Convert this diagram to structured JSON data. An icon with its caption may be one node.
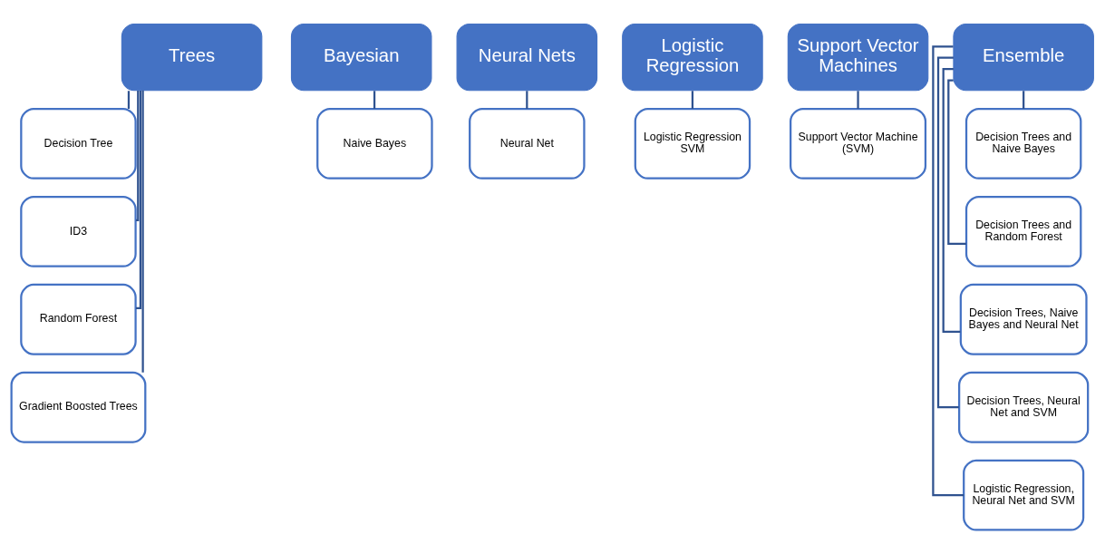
{
  "diagram": {
    "nodes": [
      {
        "text": [
          "Trees"
        ]
      },
      {
        "text": [
          "Decision Tree"
        ]
      },
      {
        "text": [
          "ID3"
        ]
      },
      {
        "text": [
          "Random Forest"
        ]
      },
      {
        "text": [
          "Gradient Boosted Trees"
        ]
      },
      {
        "text": [
          "Bayesian"
        ]
      },
      {
        "text": [
          "Naive Bayes"
        ]
      },
      {
        "text": [
          "Neural Nets"
        ]
      },
      {
        "text": [
          "Neural Net"
        ]
      },
      {
        "text": [
          "Logistic Regression"
        ]
      },
      {
        "text": [
          "Logistic Regression SVM"
        ]
      },
      {
        "text": [
          "Support Vector Machines"
        ]
      },
      {
        "text": [
          "Support Vector Machine (SVM)"
        ]
      },
      {
        "text": [
          "Ensemble"
        ]
      },
      {
        "text": [
          "Decision Trees and Naive Bayes"
        ]
      },
      {
        "text": [
          "Decision Trees and Random Forest"
        ]
      },
      {
        "text": [
          "Decision Trees, Naive Bayes and Neural Net"
        ]
      },
      {
        "text": [
          "Decision Trees, Neural Net and SVM"
        ]
      },
      {
        "text": [
          "Logistic Regression, Neural Net and SVM"
        ]
      }
    ],
    "edges": [
      {
        "from": 0,
        "to": 1,
        "arrow": "none"
      },
      {
        "from": 0,
        "to": 2,
        "arrow": "none"
      },
      {
        "from": 0,
        "to": 3,
        "arrow": "none"
      },
      {
        "from": 0,
        "to": 4,
        "arrow": "none"
      },
      {
        "from": 5,
        "to": 6,
        "arrow": "none"
      },
      {
        "from": 7,
        "to": 8,
        "arrow": "none"
      },
      {
        "from": 9,
        "to": 10,
        "arrow": "none"
      },
      {
        "from": 11,
        "to": 12,
        "arrow": "none"
      },
      {
        "from": 13,
        "to": 14,
        "arrow": "none"
      },
      {
        "from": 13,
        "to": 15,
        "arrow": "none"
      },
      {
        "from": 13,
        "to": 16,
        "arrow": "none"
      },
      {
        "from": 13,
        "to": 17,
        "arrow": "none"
      },
      {
        "from": 13,
        "to": 18,
        "arrow": "none"
      }
    ]
  }
}
